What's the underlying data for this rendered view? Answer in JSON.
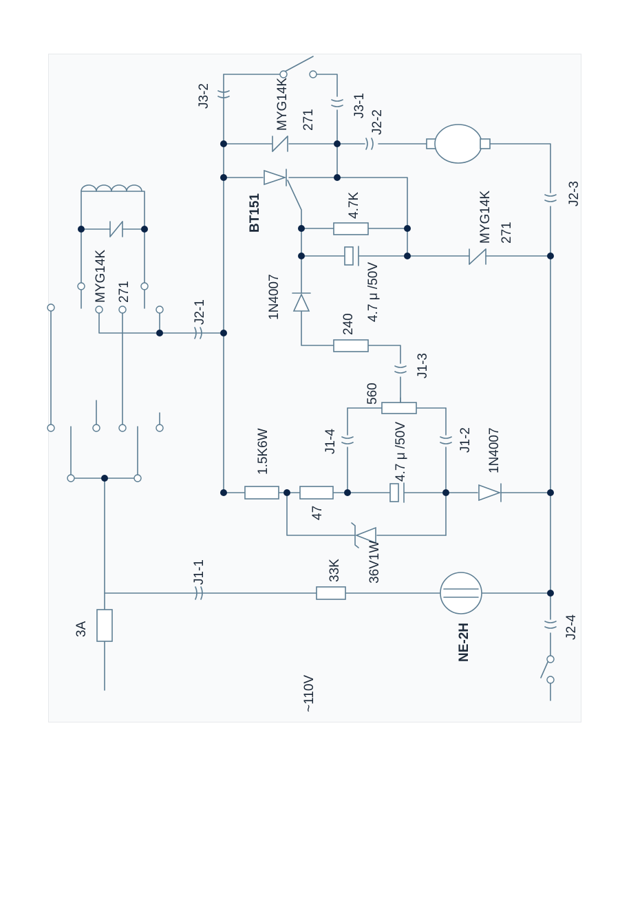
{
  "colors": {
    "wire": "#5d7e93",
    "node": "#0b2447",
    "background": "#f9fafb"
  },
  "labels": {
    "fuse": "3A",
    "supply": "~110V",
    "lamp": "NE-2H",
    "r33k": "33K",
    "zener": "36V1W",
    "r47": "47",
    "r1k5": "1.5K6W",
    "cap_lower": "4.7 μ /50V",
    "diode_lower": "1N4007",
    "r560": "560",
    "r240": "240",
    "diode_upper": "1N4007",
    "cap_upper": "4.7 μ /50V",
    "r4k7": "4.7K",
    "scr": "BT151",
    "varistor_top": "MYG14K",
    "varistor_top_val": "271",
    "varistor_right": "MYG14K",
    "varistor_right_val": "271",
    "varistor_left": "MYG14K",
    "varistor_left_val": "271",
    "j1_1": "J1-1",
    "j1_2": "J1-2",
    "j1_3": "J1-3",
    "j1_4": "J1-4",
    "j2_1": "J2-1",
    "j2_2": "J2-2",
    "j2_3": "J2-3",
    "j2_4": "J2-4",
    "j3_1": "J3-1",
    "j3_2": "J3-2"
  }
}
